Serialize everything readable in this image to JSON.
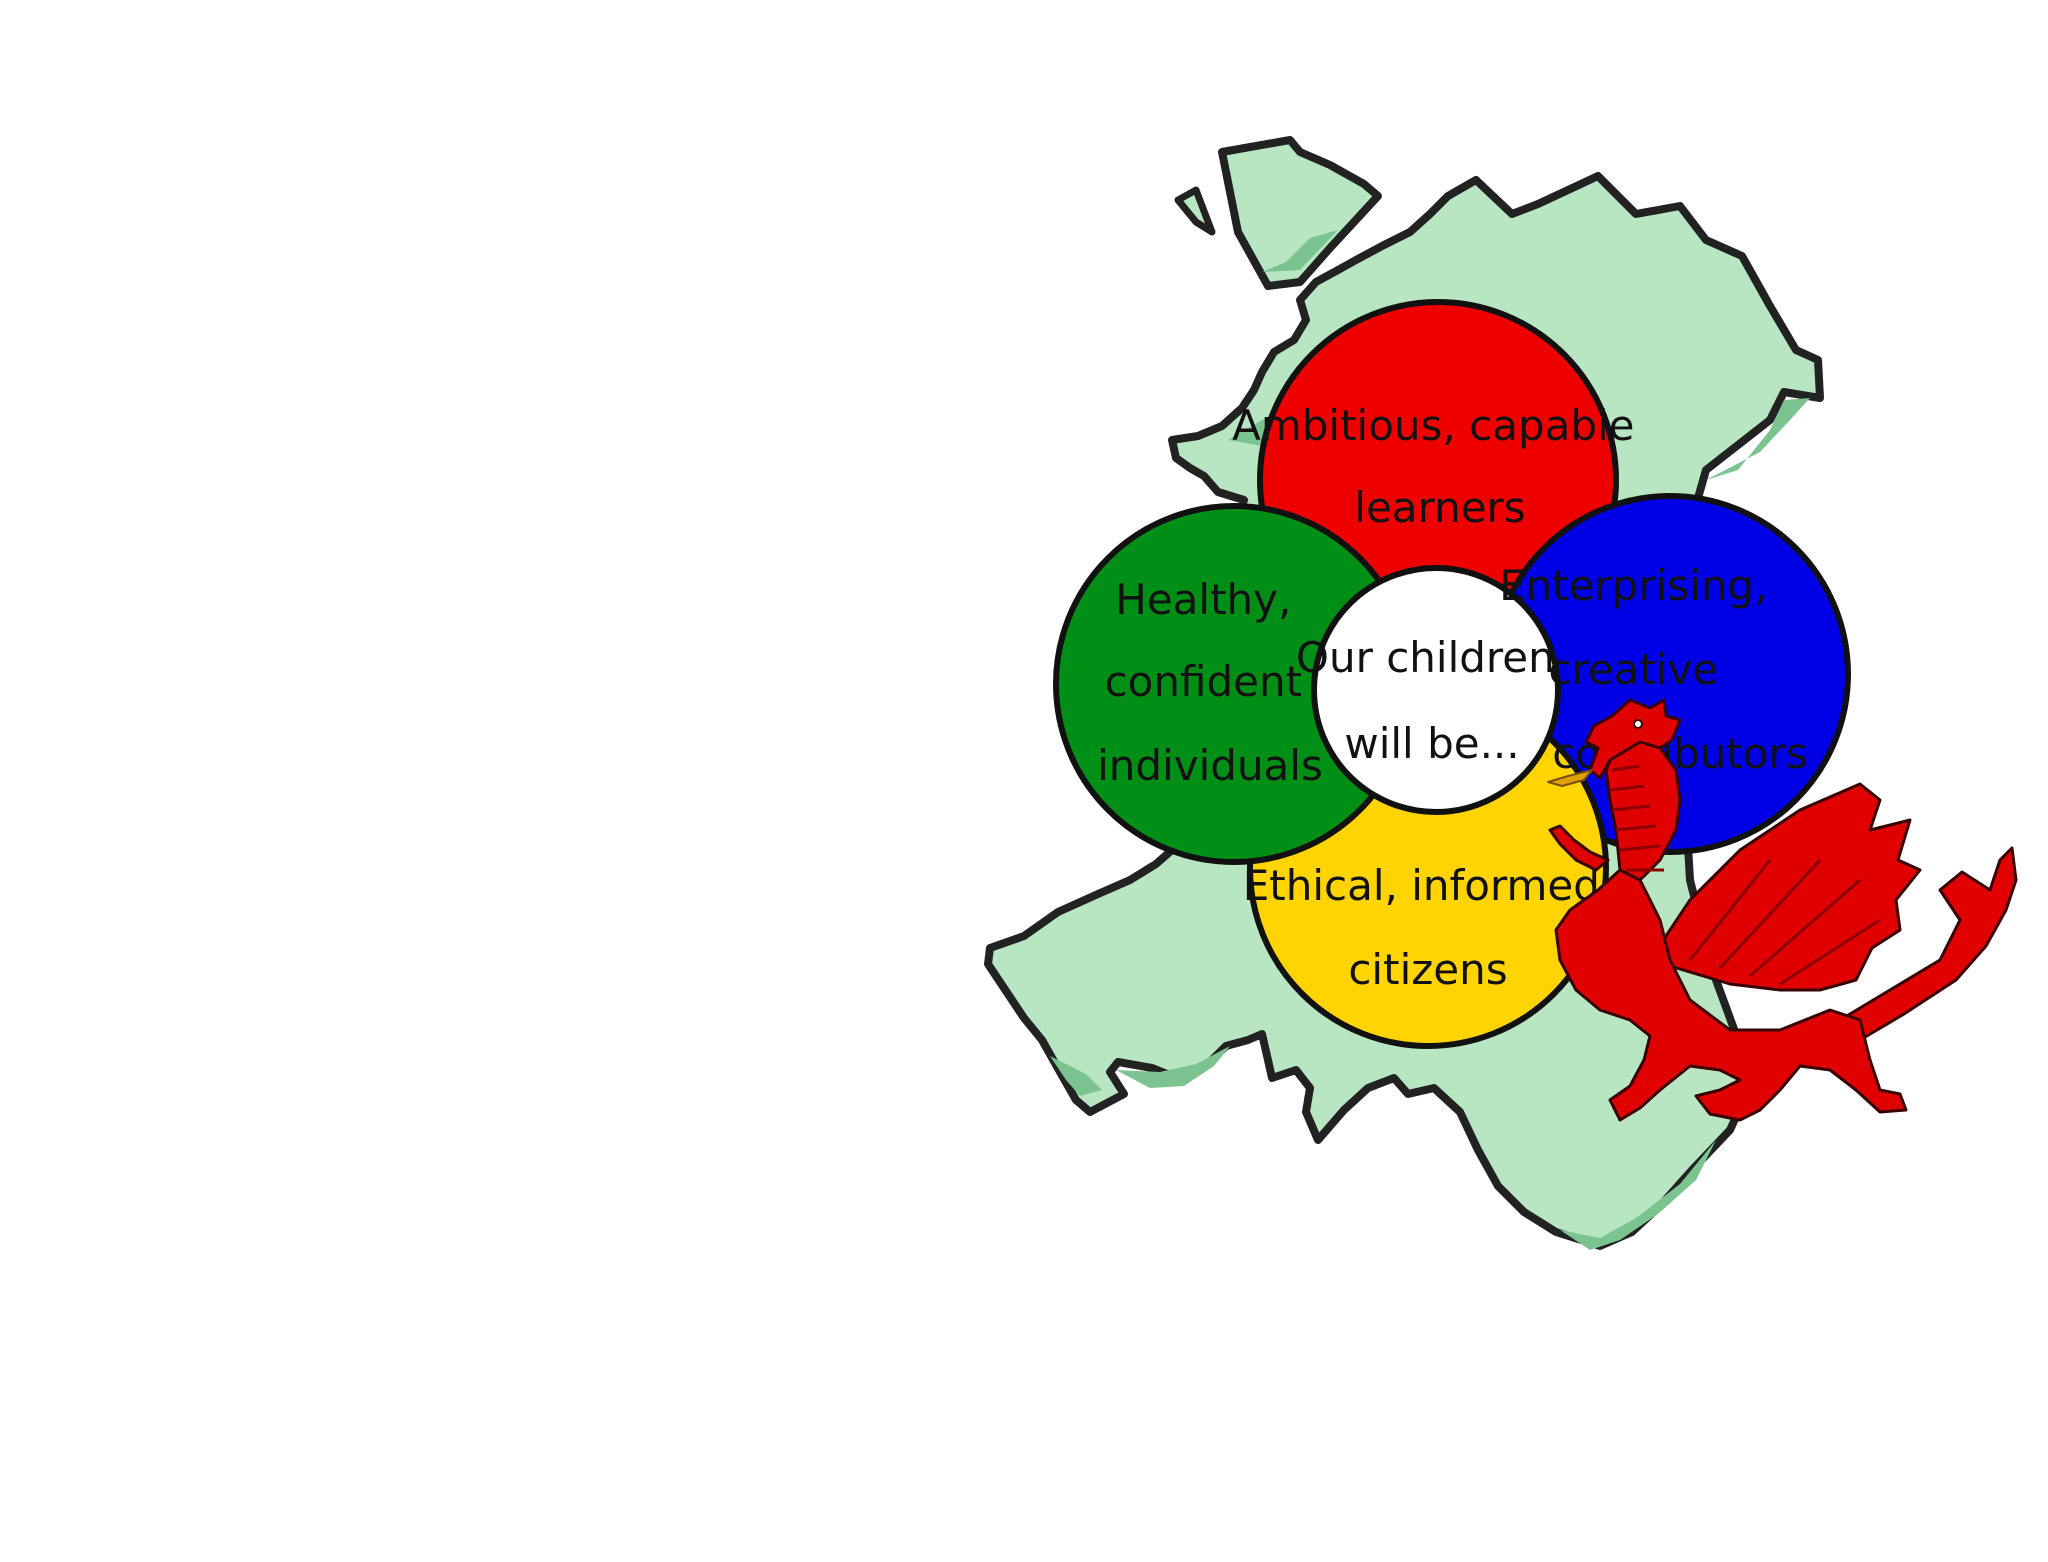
{
  "diagram": {
    "center": {
      "line1": "Our children",
      "line2": "will be..."
    },
    "purposes": [
      {
        "id": "ambitious",
        "line1": "Ambitious, capable",
        "line2": "learners",
        "color": "#ee0000"
      },
      {
        "id": "healthy",
        "line1": "Healthy,",
        "line2": "confident",
        "line3": "individuals",
        "color": "#008f16"
      },
      {
        "id": "enterprising",
        "line1": "Enterprising,",
        "line2": "creative",
        "line3": "contributors",
        "color": "#0000e6"
      },
      {
        "id": "ethical",
        "line1": "Ethical, informed",
        "line2": "citizens",
        "color": "#ffd400"
      }
    ],
    "center_color": "#ffffff",
    "map_color": "#b8e6c2",
    "map_shadow_color": "#7cc48f",
    "dragon_color": "#e00000"
  }
}
